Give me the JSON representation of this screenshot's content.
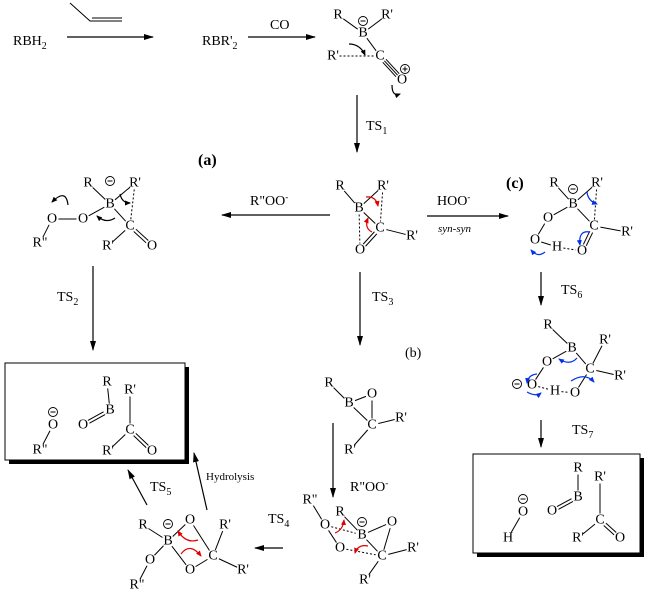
{
  "reagents": {
    "start": {
      "main": "RBH",
      "sub": "2"
    },
    "borane": {
      "main": "RBR'",
      "sub": "2"
    },
    "co": "CO",
    "peroxide_a": "R\"OO",
    "peroxide_a_sup": "-",
    "hydroperoxide": "HOO",
    "hydroperoxide_sup": "-",
    "syn_syn": "syn-syn",
    "peroxide_b": "R\"OO",
    "peroxide_b_sup": "-",
    "hydrolysis": "Hydrolysis"
  },
  "pathway_labels": {
    "a": "(a)",
    "b": "(b)",
    "c": "(c)"
  },
  "transition_states": {
    "ts1": {
      "main": "TS",
      "sub": "1"
    },
    "ts2": {
      "main": "TS",
      "sub": "2"
    },
    "ts3": {
      "main": "TS",
      "sub": "3"
    },
    "ts4": {
      "main": "TS",
      "sub": "4"
    },
    "ts5": {
      "main": "TS",
      "sub": "5"
    },
    "ts6": {
      "main": "TS",
      "sub": "6"
    },
    "ts7": {
      "main": "TS",
      "sub": "7"
    }
  },
  "colors": {
    "push_red": "#e00000",
    "push_blue": "#0033ee",
    "arrow": "#000000"
  },
  "molecules": {
    "boron_co": {
      "atoms": [
        "R",
        "R'",
        "B",
        "R'",
        "C",
        "O"
      ],
      "charges": [
        "-",
        "+"
      ]
    },
    "center": {
      "atoms": [
        "R",
        "R'",
        "B",
        "C",
        "R'",
        "O"
      ]
    },
    "a_int": {
      "atoms": [
        "R",
        "R'",
        "B",
        "C",
        "R'",
        "O",
        "O",
        "O",
        "R\""
      ],
      "charges": [
        "-"
      ]
    },
    "box1": {
      "atoms": [
        "O",
        "R\"",
        "O",
        "B",
        "R",
        "R'",
        "C",
        "R'",
        "O"
      ],
      "charges": [
        "-"
      ]
    },
    "bl": {
      "atoms": [
        "R",
        "B",
        "O",
        "R'",
        "C",
        "R'",
        "O",
        "O",
        "R\""
      ],
      "charges": [
        "-"
      ]
    },
    "b_epox": {
      "atoms": [
        "R",
        "B",
        "O",
        "C",
        "R'",
        "R'"
      ]
    },
    "tsb": {
      "atoms": [
        "R\"",
        "O",
        "O",
        "R",
        "B",
        "O",
        "C",
        "R'",
        "R'"
      ],
      "charges": [
        "-"
      ]
    },
    "c_int": {
      "atoms": [
        "R",
        "R'",
        "B",
        "C",
        "R'",
        "O",
        "O",
        "O",
        "H"
      ],
      "charges": [
        "-"
      ]
    },
    "c2": {
      "atoms": [
        "R",
        "B",
        "O",
        "O",
        "H",
        "O",
        "C",
        "R'",
        "R'"
      ],
      "charges": [
        "-"
      ]
    },
    "box2": {
      "atoms": [
        "O",
        "H",
        "O",
        "B",
        "R",
        "R'",
        "C",
        "R'",
        "O"
      ],
      "charges": [
        "-"
      ]
    }
  }
}
